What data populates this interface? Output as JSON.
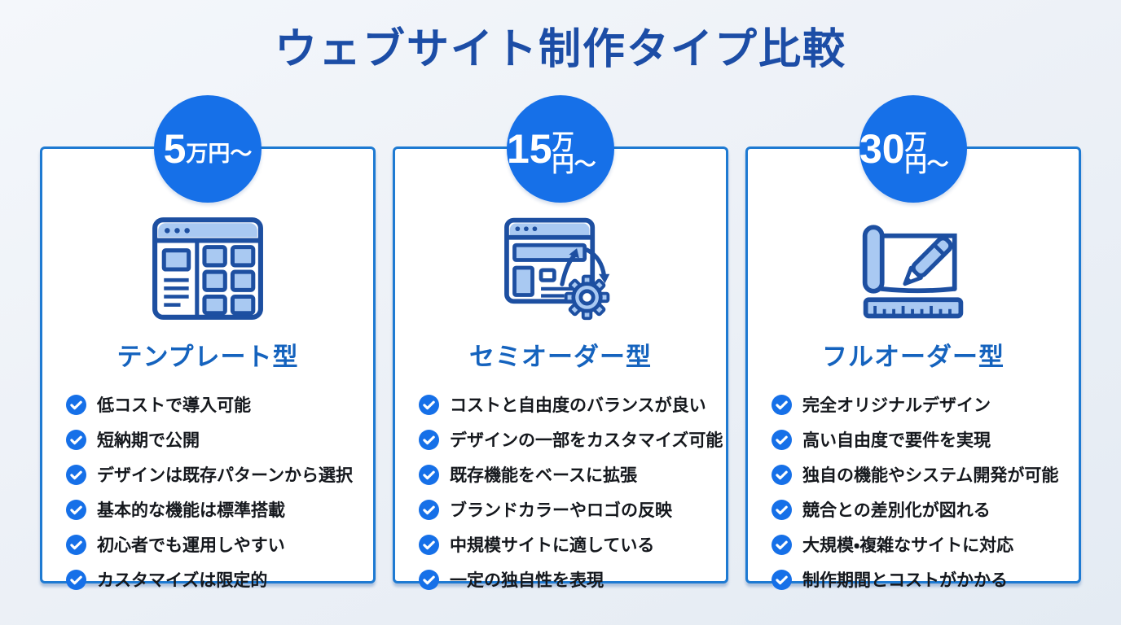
{
  "page": {
    "title": "ウェブサイト制作タイプ比較"
  },
  "colors": {
    "title_navy": "#1c4da6",
    "card_border_blue": "#1e7ad2",
    "badge_blue": "#1670e8",
    "card_title_blue": "#1563be",
    "check_blue": "#1670e8",
    "icon_stroke_navy": "#1d4fa1",
    "icon_fill_light_blue": "#a9c9f2",
    "text_dark": "#15181d",
    "background_light": "#edf1f7"
  },
  "cards": [
    {
      "price_value": "5",
      "price_suffix": "万円〜",
      "icon": "template-browser-grid-icon",
      "title": "テンプレート型",
      "items": [
        "低コストで導入可能",
        "短納期で公開",
        "デザインは既存パターンから選択",
        "基本的な機能は標準搭載",
        "初心者でも運用しやすい",
        "カスタマイズは限定的"
      ]
    },
    {
      "price_value": "15",
      "price_suffix": "万円〜",
      "icon": "browser-customize-gear-icon",
      "title": "セミオーダー型",
      "items": [
        "コストと自由度のバランスが良い",
        "デザインの一部をカスタマイズ可能",
        "既存機能をベースに拡張",
        "ブランドカラーやロゴの反映",
        "中規模サイトに適している",
        "一定の独自性を表現"
      ]
    },
    {
      "price_value": "30",
      "price_suffix": "万円〜",
      "icon": "blueprint-pencil-ruler-icon",
      "title": "フルオーダー型",
      "items": [
        "完全オリジナルデザイン",
        "高い自由度で要件を実現",
        "独自の機能やシステム開発が可能",
        "競合との差別化が図れる",
        "大規模・複雑なサイトに対応",
        "制作期間とコストがかかる"
      ]
    }
  ]
}
